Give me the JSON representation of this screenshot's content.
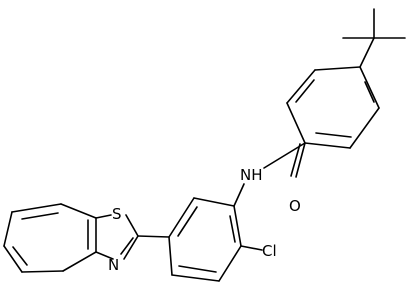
{
  "molecule": {
    "atoms": {
      "nh": "NH",
      "o": "O",
      "s": "S",
      "n": "N",
      "cl": "Cl"
    }
  },
  "colors": {
    "background": "#ffffff",
    "stroke": "#000000"
  }
}
